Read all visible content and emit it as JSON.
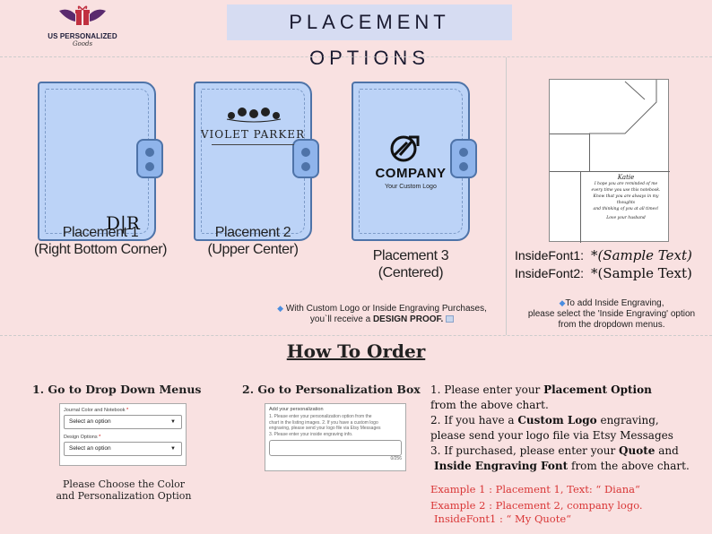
{
  "brand": {
    "name": "US PERSONALIZED",
    "script": "Goods"
  },
  "title": "PLACEMENT OPTIONS",
  "placements": [
    {
      "line1": "Placement 1",
      "line2": "(Right Bottom Corner)",
      "monogram": "D|R"
    },
    {
      "line1": "Placement 2",
      "line2": "(Upper Center)",
      "name_text": "VIOLET PARKER"
    },
    {
      "line1": "Placement 3",
      "line2": "(Centered)",
      "company": "COMPANY",
      "tagline": "Your Custom Logo"
    }
  ],
  "proof_note": {
    "line1": "With Custom Logo or Inside Engraving Purchases,",
    "line2_pre": "you`ll receive a ",
    "line2_bold": "DESIGN PROOF."
  },
  "inside": {
    "card_name": "Katie",
    "card_lines": [
      "I hope you are reminded of me",
      "every time you use this notebook.",
      "Know that you are always in my thoughts",
      "and thinking of you at all times!"
    ],
    "card_sign": "Love your husband",
    "font1_label": "InsideFont1:",
    "font1_sample": "*(Sample Text)",
    "font2_label": "InsideFont2:",
    "font2_sample": "*(Sample Text)",
    "note_line1": "To add Inside Engraving,",
    "note_line2": "please select the 'Inside Engraving' option",
    "note_line3": "from the dropdown menus."
  },
  "how_to_order": "How To Order",
  "step1": {
    "title": "1.  Go to Drop Down Menus",
    "field1_label": "Journal Color and Notebook",
    "field1_value": "Select an option",
    "field2_label": "Design Options",
    "field2_value": "Select an option",
    "caption1": "Please Choose the Color",
    "caption2": "and  Personalization Option"
  },
  "step2": {
    "title": "2.  Go to Personalization Box",
    "box_label": "Add your personalization",
    "box_lines": [
      "1. Please enter your personalization option from the",
      "chart in the listing images. 2. If you have a custom logo",
      "engraving, please send your logo file via Etsy Messages",
      "3. Please enter your inside engraving info."
    ],
    "counter": "0/256"
  },
  "instructions": [
    {
      "pre": "1. Please enter your ",
      "bold": "Placement Option",
      "post": ""
    },
    {
      "pre": "from the above chart.",
      "bold": "",
      "post": ""
    },
    {
      "pre": "2. If you have a ",
      "bold": "Custom Logo",
      "post": " engraving,"
    },
    {
      "pre": "please send your logo file via Etsy Messages",
      "bold": "",
      "post": ""
    },
    {
      "pre": "3. If purchased, please enter your ",
      "bold": "Quote",
      "post": " and"
    },
    {
      "pre": "",
      "bold": "Inside Engraving Font",
      "post": " from the above chart."
    }
  ],
  "examples": {
    "ex1": "Example 1 : Placement 1,  Text: “ Diana“",
    "ex2": "Example 2 : Placement 2,  company logo.",
    "ex3": "InsideFont1 :  “ My Quote“"
  },
  "colors": {
    "background": "#f9e1e1",
    "title_bg": "#d6dcf2",
    "notebook": "#bcd3f7",
    "notebook_border": "#4e73a8",
    "example_red": "#d93636"
  }
}
